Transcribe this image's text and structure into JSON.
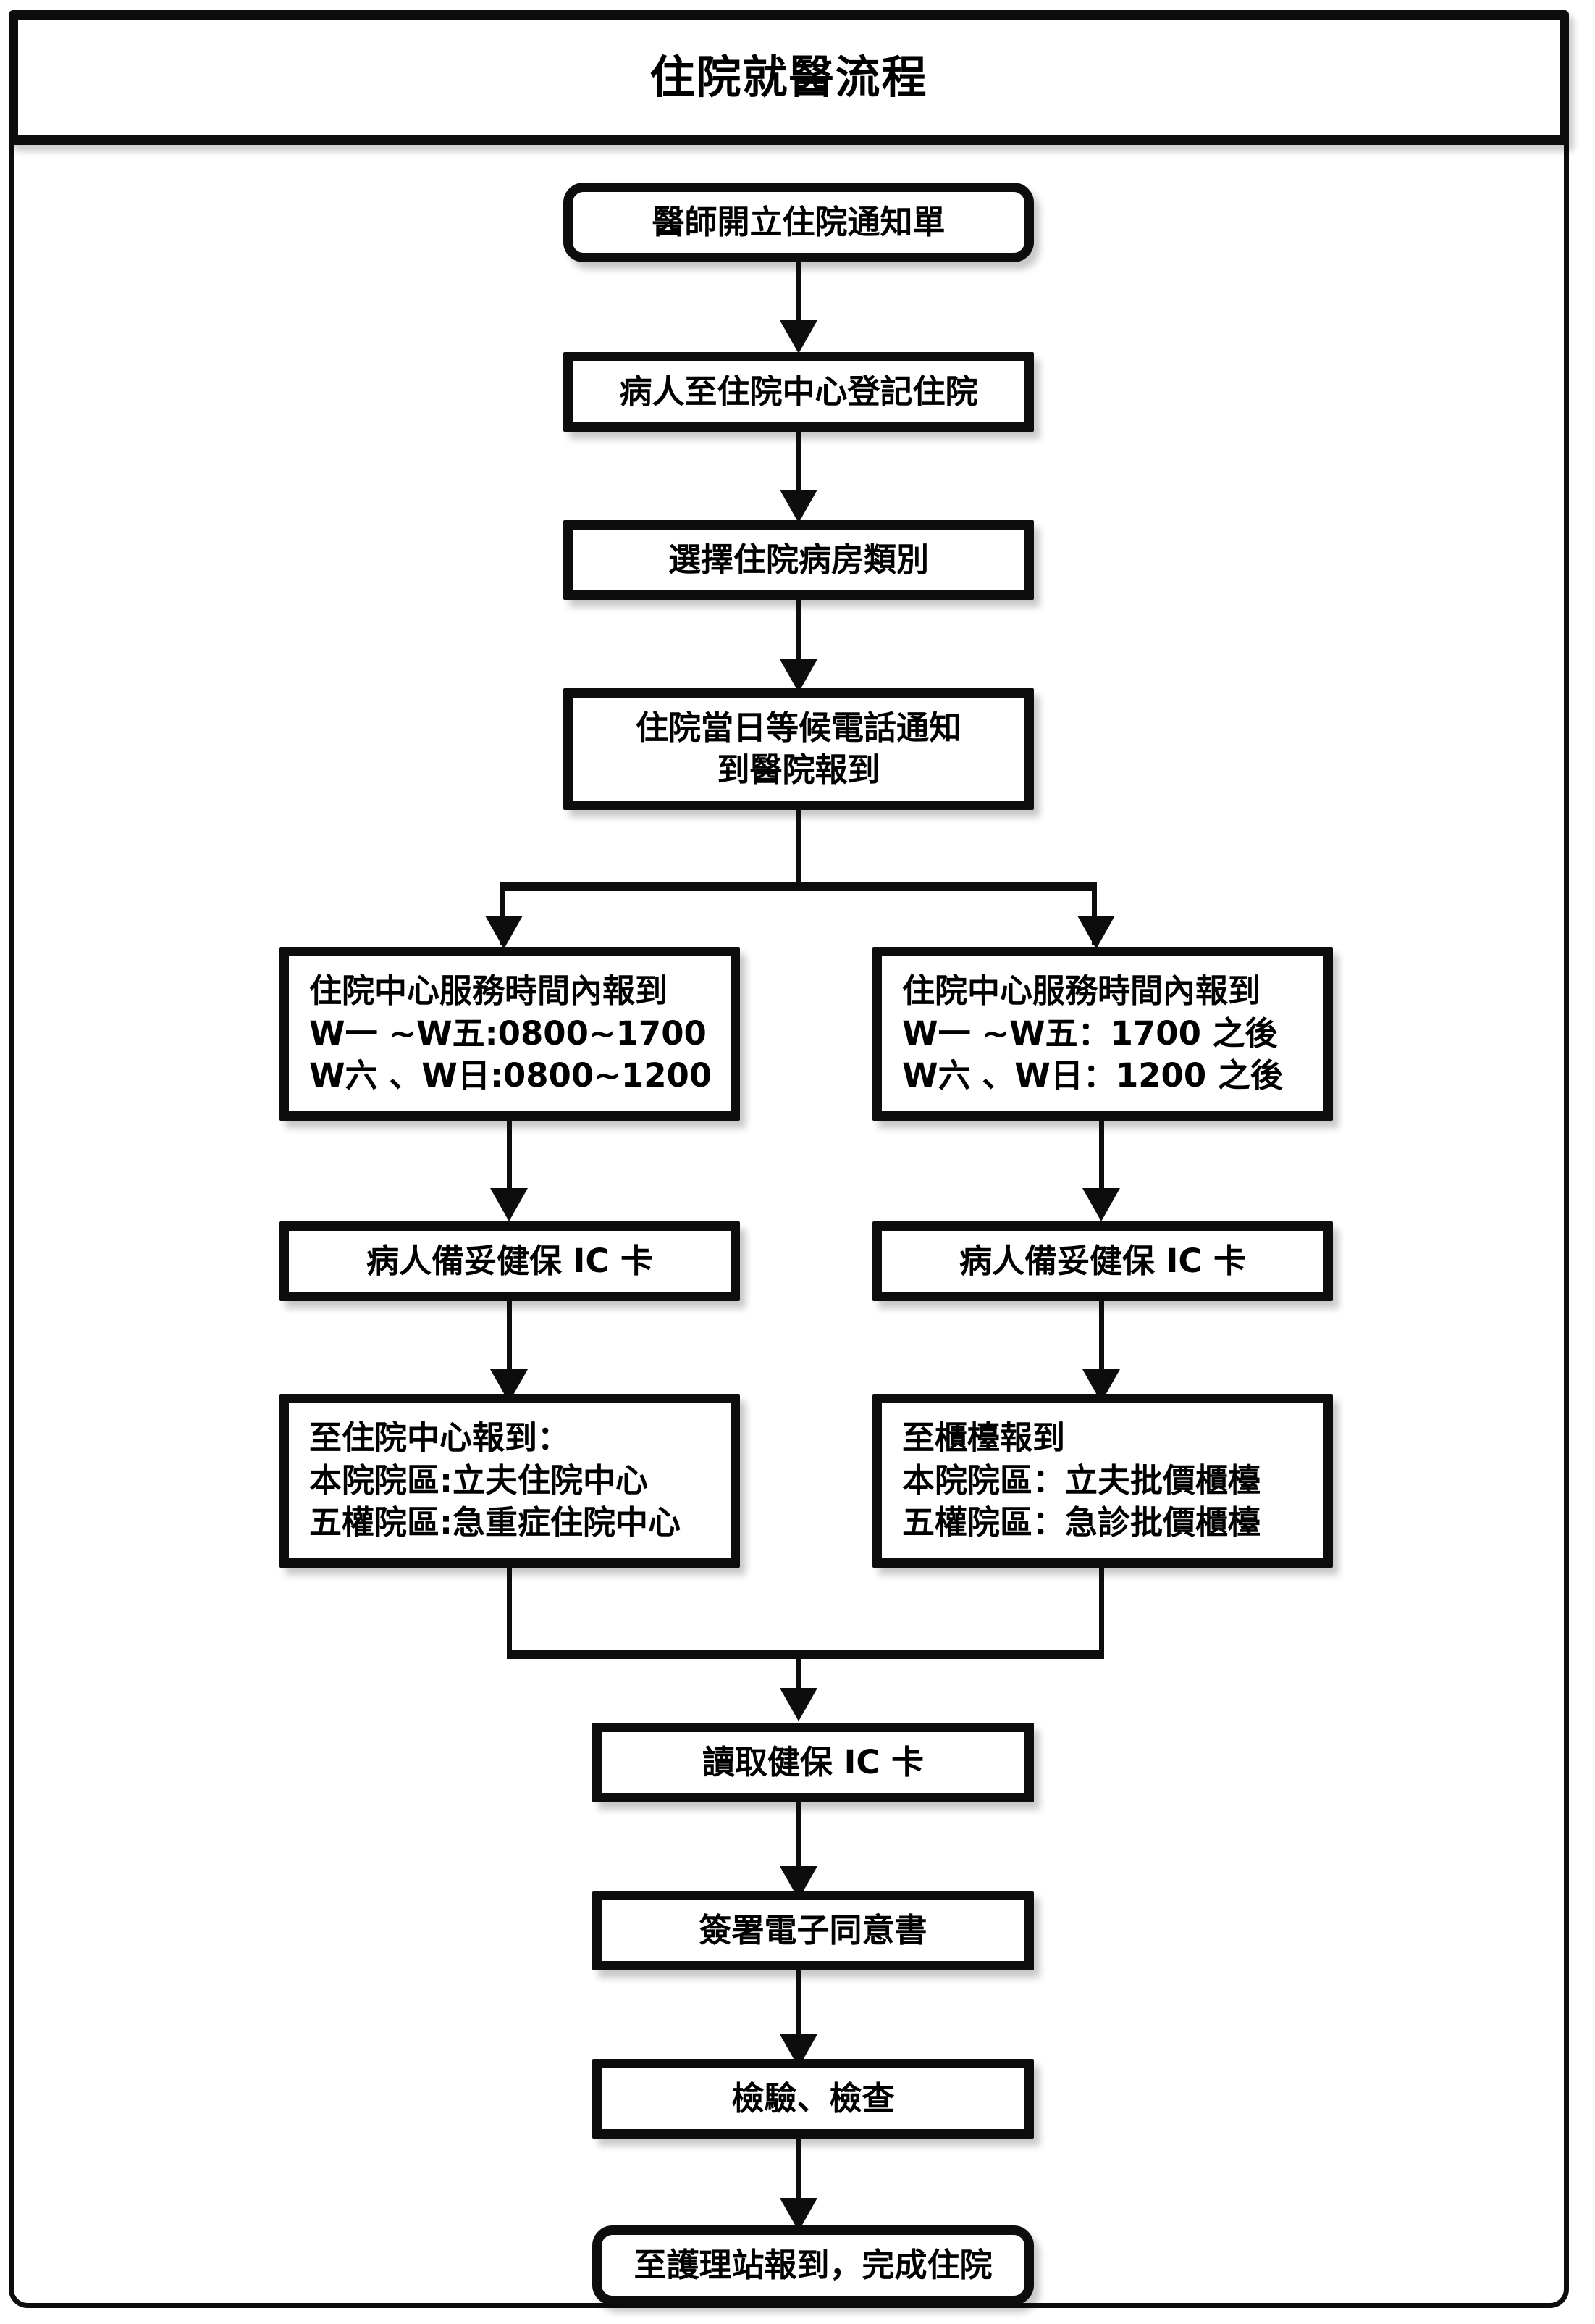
{
  "page": {
    "title": "住院就醫流程"
  },
  "nodes": {
    "n1": {
      "lines": [
        "醫師開立住院通知單"
      ]
    },
    "n2": {
      "lines": [
        "病人至住院中心登記住院"
      ]
    },
    "n3": {
      "lines": [
        "選擇住院病房類別"
      ]
    },
    "n4": {
      "lines": [
        "住院當日等候電話通知",
        "到醫院報到"
      ]
    },
    "left1": {
      "lines": [
        "住院中心服務時間內報到",
        "W一 ~W五:0800~1700",
        "W六 、W日:0800~1200"
      ]
    },
    "left2": {
      "lines": [
        "病人備妥健保 IC 卡"
      ]
    },
    "left3": {
      "lines": [
        "至住院中心報到：",
        "本院院區:立夫住院中心",
        "五權院區:急重症住院中心"
      ]
    },
    "right1": {
      "lines": [
        "住院中心服務時間內報到",
        "W一 ~W五：1700 之後",
        "W六 、W日：1200 之後"
      ]
    },
    "right2": {
      "lines": [
        "病人備妥健保 IC 卡"
      ]
    },
    "right3": {
      "lines": [
        "至櫃檯報到",
        "本院院區：立夫批價櫃檯",
        "五權院區：急診批價櫃檯"
      ]
    },
    "n5": {
      "lines": [
        "讀取健保 IC 卡"
      ]
    },
    "n6": {
      "lines": [
        "簽署電子同意書"
      ]
    },
    "n7": {
      "lines": [
        "檢驗、檢查"
      ]
    },
    "n8": {
      "lines": [
        "至護理站報到，完成住院"
      ]
    }
  },
  "colors": {
    "stroke": "#0d0d0d",
    "fill": "#ffffff",
    "text": "#000000"
  }
}
